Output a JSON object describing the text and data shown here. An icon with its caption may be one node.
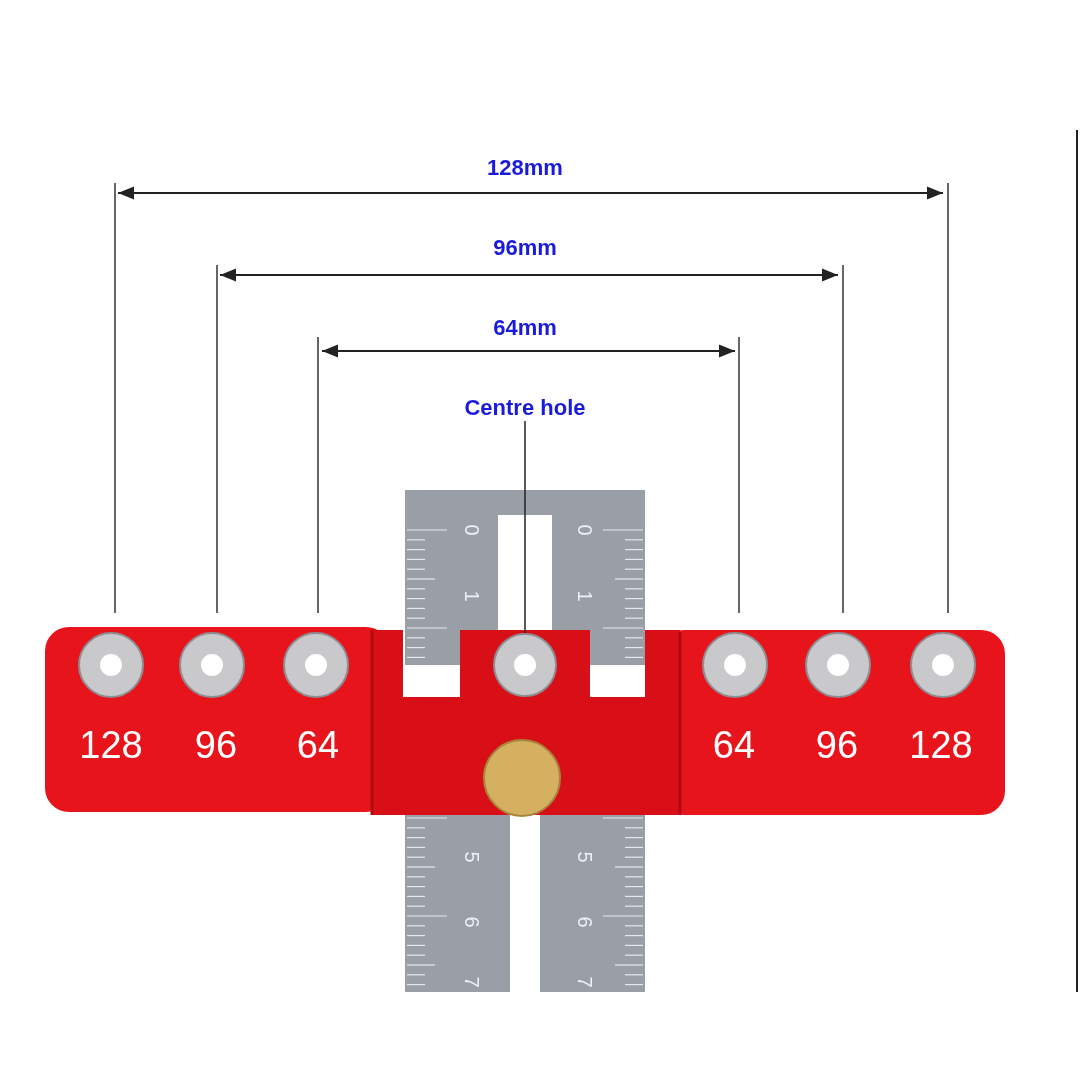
{
  "diagram": {
    "nodes": [
      {
        "text": [
          "Centre hole"
        ]
      },
      {
        "text": [],
        "shape": "circle"
      }
    ],
    "edges": [
      {
        "from": 0,
        "to": 1,
        "arrow": "none"
      }
    ],
    "labels": [
      "128mm",
      "96mm",
      "64mm",
      "0",
      "0",
      "1",
      "1",
      "128",
      "96",
      "64",
      "64",
      "96",
      "128",
      "5",
      "5",
      "6",
      "6",
      "7",
      "7"
    ]
  }
}
